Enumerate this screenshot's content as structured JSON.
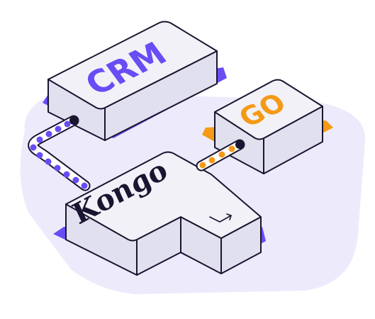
{
  "blocks": {
    "crm": {
      "label": "CRM",
      "color": "#6A4CF5"
    },
    "go": {
      "label": "GO",
      "color": "#F59A16"
    },
    "kongo": {
      "label": "Kongo",
      "color": "#1A1530"
    }
  },
  "colors": {
    "background_blob": "#EDEBFB",
    "block_top": "#F1F1F7",
    "block_side": "#E1E0EE",
    "outline": "#1A1530",
    "crm_accent": "#6A4CF5",
    "go_accent": "#F59A16"
  },
  "icons": [
    "corner-return-arrow-icon"
  ]
}
